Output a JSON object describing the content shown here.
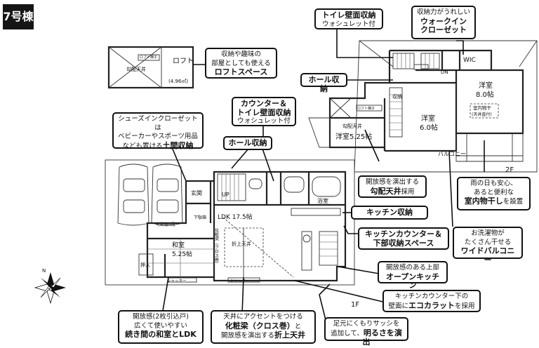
{
  "building_label": "7号棟",
  "floors": {
    "first": "1F",
    "second": "2F"
  },
  "rooms": {
    "loft": "ロフト",
    "loft_size": "(4.96㎡)",
    "loft_stair": "ロフト梯子",
    "loft_ceiling": "勾配天井",
    "ldk": "LDK 17.5帖",
    "washitsu": "和室",
    "washitsu_size": "5.25帖",
    "oshiire": "押入",
    "genkan": "玄関",
    "bath": "浴室",
    "youshitsu1": "洋室",
    "youshitsu1_size": "6.0帖",
    "youshitsu2": "洋室",
    "youshitsu2_size": "8.0帖",
    "youshitsu3": "洋室5.25帖",
    "wic": "WIC",
    "balcony": "バルコニー",
    "indoor_dry": "室内物干",
    "indoor_dry2": "(天井直付)",
    "ceiling_beam": "化粧梁（クロス巻）",
    "orijo": "折上天井",
    "shutter1": "シャッター",
    "shutter2": "シャッター",
    "up": "UP",
    "dn": "DN",
    "kashu": "収納",
    "sliding": "可動棚4段",
    "bench": "下駄箱"
  },
  "callouts": {
    "loft": {
      "line1": "収納や趣味の",
      "line2": "部屋としても使える",
      "bold": "ロフトスペース"
    },
    "toilet2": {
      "bold": "トイレ壁面収納",
      "sub": "ウォシュレット付"
    },
    "wic": {
      "line1": "収納力がうれしい",
      "bold1": "ウォークイン",
      "bold2": "クローゼット"
    },
    "hall2": {
      "bold": "ホール収納"
    },
    "counter": {
      "bold1": "カウンター＆",
      "bold2": "トイレ壁面収納",
      "sub": "ウォシュレット付"
    },
    "shoes": {
      "line1": "シューズインクローゼットは",
      "line2": "ベビーカーやスポーツ用品",
      "line3": "なども置ける",
      "bold": "土間収納"
    },
    "hall1": {
      "bold": "ホール収納"
    },
    "kobai": {
      "line1": "開放感を演出する",
      "bold": "勾配天井",
      "tail": "採用"
    },
    "indoor": {
      "line1": "雨の日も安心、",
      "line2": "あると便利な",
      "bold": "室内物干し",
      "tail": "を設置"
    },
    "kitchen_store": {
      "bold": "キッチン収納"
    },
    "counter_space": {
      "bold1": "キッチンカウンター＆",
      "bold2": "下部収納スペース"
    },
    "wide_balcony": {
      "line1": "お洗濯物が",
      "line2": "たくさん干せる",
      "bold": "ワイドバルコニー"
    },
    "open_kitchen": {
      "line1": "開放感のある上部",
      "bold": "オープンキッチン"
    },
    "ecocarat": {
      "line1": "キッチンカウンター下の",
      "line2": "壁面に",
      "bold": "エコカラット",
      "tail": "を採用"
    },
    "washitsu": {
      "line1": "開放感(2枚引込戸)",
      "line2": "広くて使いやすい",
      "bold": "続き間の和室とLDK"
    },
    "beam": {
      "line1": "天井にアクセントをつける",
      "bold1": "化粧梁（クロス巻）",
      "mid": "と",
      "line3": "開放感を演出する",
      "bold2": "折上天井"
    },
    "sash": {
      "line1": "足元にくもりサッシを",
      "line2": "追加して、",
      "bold": "明るさを演出"
    }
  },
  "compass": {
    "north": "N"
  }
}
